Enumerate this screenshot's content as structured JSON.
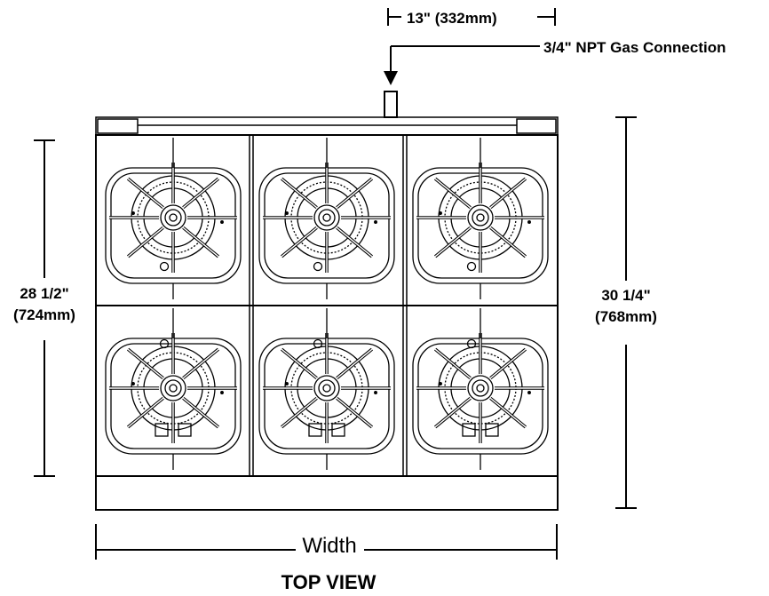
{
  "dimensions": {
    "gas_offset": "13\" (332mm)",
    "gas_connection": "3/4\" NPT Gas Connection",
    "depth_left_in": "28 1/2\"",
    "depth_left_mm": "(724mm)",
    "depth_right_in": "30 1/4\"",
    "depth_right_mm": "(768mm)",
    "width": "Width"
  },
  "view_title": "TOP VIEW",
  "burners": [
    {
      "row": 1,
      "col": 1
    },
    {
      "row": 1,
      "col": 2
    },
    {
      "row": 1,
      "col": 3
    },
    {
      "row": 2,
      "col": 1
    },
    {
      "row": 2,
      "col": 2
    },
    {
      "row": 2,
      "col": 3
    }
  ]
}
